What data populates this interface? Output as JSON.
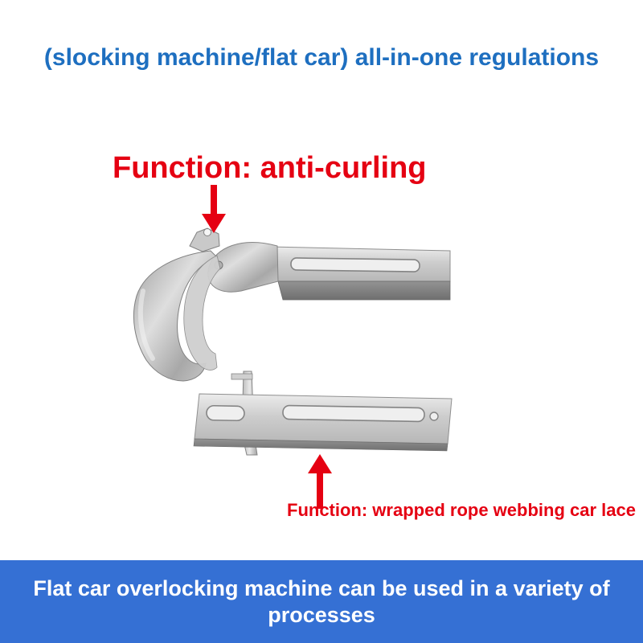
{
  "title": "(slocking machine/flat car) all-in-one regulations",
  "annotations": {
    "anti_curling": "Function: anti-curling",
    "webbing": "Function: wrapped rope webbing car lace"
  },
  "banner": {
    "lines": [
      "Flat car overlocking machine can be used in a variety of",
      "processes"
    ]
  },
  "colors": {
    "title_blue": "#1e6fc0",
    "annotation_red": "#e50012",
    "banner_blue": "#3570d4",
    "banner_text": "#ffffff",
    "metal_light": "#ececec",
    "metal_mid": "#c6c6c6",
    "metal_dark": "#7a7a7a"
  }
}
